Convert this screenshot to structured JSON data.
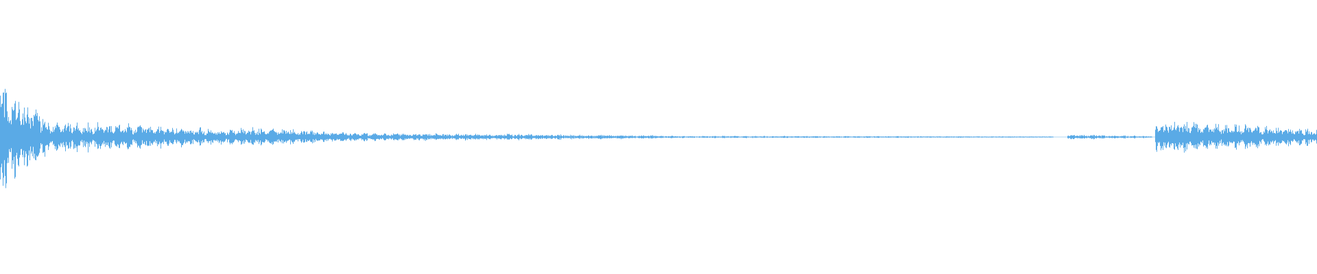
{
  "waveform": {
    "color": "#5aaae6",
    "background": "#ffffff",
    "duration_fraction_segments": [
      {
        "name": "attack",
        "start": 0.0,
        "end": 0.004,
        "peak": 0.95,
        "floor": 0.7
      },
      {
        "name": "decay-intro",
        "start": 0.004,
        "end": 0.035,
        "peak": 0.55,
        "floor": 0.25
      },
      {
        "name": "body-1",
        "start": 0.035,
        "end": 0.18,
        "peak": 0.2,
        "floor": 0.08
      },
      {
        "name": "body-2",
        "start": 0.18,
        "end": 0.28,
        "peak": 0.12,
        "floor": 0.05
      },
      {
        "name": "tail-1",
        "start": 0.28,
        "end": 0.5,
        "peak": 0.05,
        "floor": 0.02
      },
      {
        "name": "tail-2",
        "start": 0.5,
        "end": 0.8,
        "peak": 0.015,
        "floor": 0.006
      },
      {
        "name": "silence",
        "start": 0.8,
        "end": 0.81,
        "peak": 0.0,
        "floor": 0.0
      },
      {
        "name": "soft-return",
        "start": 0.81,
        "end": 0.875,
        "peak": 0.03,
        "floor": 0.012
      },
      {
        "name": "loud-return",
        "start": 0.877,
        "end": 1.0,
        "peak": 0.2,
        "floor": 0.1
      }
    ]
  }
}
